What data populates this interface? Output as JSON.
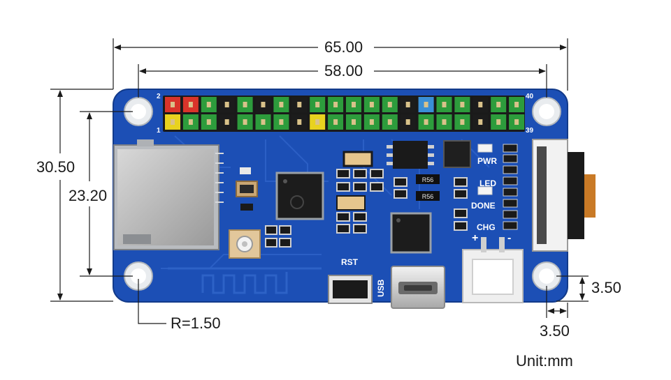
{
  "dimensions": {
    "total_width": "65.00",
    "hole_spacing_width": "58.00",
    "total_height": "30.50",
    "hole_spacing_height": "23.20",
    "corner_radius": "R=1.50",
    "hole_offset_vertical": "3.50",
    "hole_offset_horizontal": "3.50",
    "unit": "Unit:mm"
  },
  "board": {
    "color": "#1c4fb5",
    "header_pins": {
      "top_left": "2",
      "bottom_left": "1",
      "top_right": "40",
      "bottom_right": "39"
    },
    "labels": {
      "pwr": "PWR",
      "led": "LED",
      "done": "DONE",
      "chg": "CHG",
      "rst": "RST",
      "usb": "USB",
      "plus": "+",
      "minus": "-"
    },
    "resistor_markings": [
      "R56",
      "R56"
    ]
  },
  "pin_colors": {
    "top": [
      "#d9342a",
      "#d9342a",
      "#2d9c3c",
      "#1c1c1c",
      "#2d9c3c",
      "#1c1c1c",
      "#2d9c3c",
      "#1c1c1c",
      "#2d9c3c",
      "#2d9c3c",
      "#2d9c3c",
      "#2d9c3c",
      "#2d9c3c",
      "#1c1c1c",
      "#3a8fd6",
      "#2d9c3c",
      "#2d9c3c",
      "#1c1c1c",
      "#2d9c3c",
      "#2d9c3c"
    ],
    "bottom": [
      "#e8d21f",
      "#2d9c3c",
      "#2d9c3c",
      "#1c1c1c",
      "#2d9c3c",
      "#2d9c3c",
      "#2d9c3c",
      "#1c1c1c",
      "#e8d21f",
      "#2d9c3c",
      "#2d9c3c",
      "#2d9c3c",
      "#2d9c3c",
      "#1c1c1c",
      "#2d9c3c",
      "#2d9c3c",
      "#2d9c3c",
      "#1c1c1c",
      "#2d9c3c",
      "#2d9c3c"
    ]
  }
}
